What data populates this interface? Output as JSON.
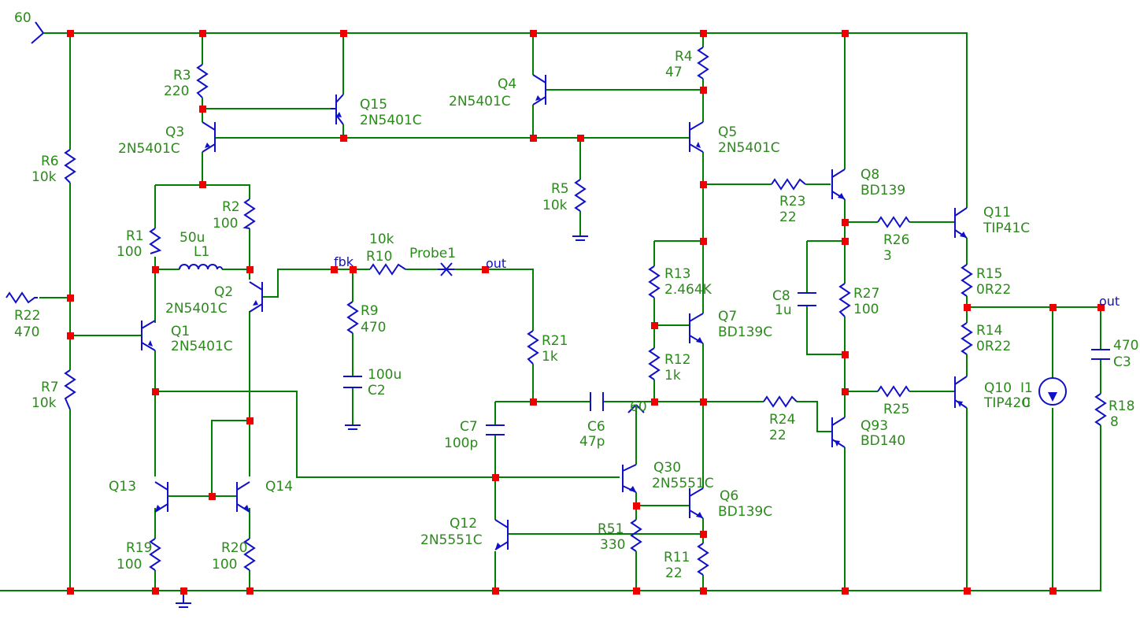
{
  "supply_label": "60",
  "nets": {
    "fbk": "fbk",
    "out": "out",
    "out2": "out",
    "v60": "60"
  },
  "components": {
    "R3": {
      "ref": "R3",
      "val": "220"
    },
    "Q15": {
      "ref": "Q15",
      "val": "2N5401C"
    },
    "Q4": {
      "ref": "Q4",
      "val": "2N5401C"
    },
    "R4": {
      "ref": "R4",
      "val": "47"
    },
    "Q3": {
      "ref": "Q3",
      "val": "2N5401C"
    },
    "Q5": {
      "ref": "Q5",
      "val": "2N5401C"
    },
    "R6": {
      "ref": "R6",
      "val": "10k"
    },
    "R5": {
      "ref": "R5",
      "val": "10k"
    },
    "Q8": {
      "ref": "Q8",
      "val": "BD139"
    },
    "R23": {
      "ref": "R23",
      "val": "22"
    },
    "R2": {
      "ref": "R2",
      "val": "100"
    },
    "Q11": {
      "ref": "Q11",
      "val": "TIP41C"
    },
    "R26": {
      "ref": "R26",
      "val": "3"
    },
    "L1": {
      "ref": "L1",
      "val": "50u"
    },
    "R1": {
      "ref": "R1",
      "val": "100"
    },
    "R10": {
      "ref": "R10",
      "val": "10k"
    },
    "Probe1": {
      "ref": "Probe1"
    },
    "R13": {
      "ref": "R13",
      "val": "2.464K"
    },
    "R15": {
      "ref": "R15",
      "val": "0R22"
    },
    "C8": {
      "ref": "C8",
      "val": "1u"
    },
    "R27": {
      "ref": "R27",
      "val": "100"
    },
    "Q2": {
      "ref": "Q2",
      "val": "2N5401C"
    },
    "R9": {
      "ref": "R9",
      "val": "470"
    },
    "R22": {
      "ref": "R22",
      "val": "470"
    },
    "Q1": {
      "ref": "Q1",
      "val": "2N5401C"
    },
    "Q7": {
      "ref": "Q7",
      "val": "BD139C"
    },
    "R14": {
      "ref": "R14",
      "val": "0R22"
    },
    "C3": {
      "ref": "C3",
      "val": "470"
    },
    "R21": {
      "ref": "R21",
      "val": "1k"
    },
    "C2": {
      "ref": "C2",
      "val": "100u"
    },
    "R12": {
      "ref": "R12",
      "val": "1k"
    },
    "R7": {
      "ref": "R7",
      "val": "10k"
    },
    "Q10": {
      "ref": "Q10",
      "val": "TIP42C"
    },
    "I1": {
      "ref": "I1",
      "val": "0"
    },
    "R18": {
      "ref": "R18",
      "val": "8"
    },
    "C7": {
      "ref": "C7",
      "val": "100p"
    },
    "C6": {
      "ref": "C6",
      "val": "47p"
    },
    "R24": {
      "ref": "R24",
      "val": "22"
    },
    "R25": {
      "ref": "R25"
    },
    "Q93": {
      "ref": "Q93",
      "val": "BD140"
    },
    "Q13": {
      "ref": "Q13"
    },
    "Q14": {
      "ref": "Q14"
    },
    "Q30": {
      "ref": "Q30",
      "val": "2N5551C"
    },
    "Q6": {
      "ref": "Q6",
      "val": "BD139C"
    },
    "Q12": {
      "ref": "Q12",
      "val": "2N5551C"
    },
    "R51": {
      "ref": "R51",
      "val": "330"
    },
    "R19": {
      "ref": "R19",
      "val": "100"
    },
    "R20": {
      "ref": "R20",
      "val": "100"
    },
    "R11": {
      "ref": "R11",
      "val": "22"
    }
  }
}
